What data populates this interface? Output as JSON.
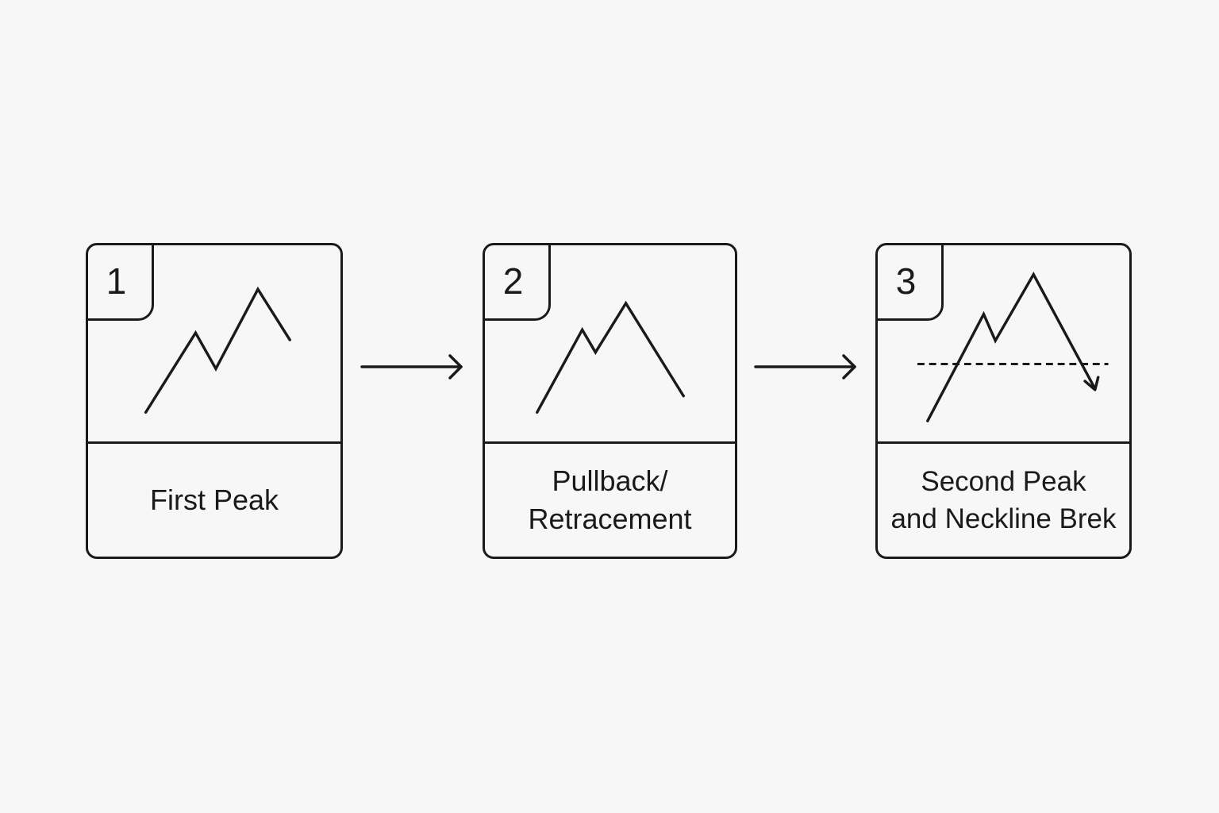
{
  "steps": [
    {
      "number": "1",
      "label": "First Peak"
    },
    {
      "number": "2",
      "label": "Pullback/\nRetracement"
    },
    {
      "number": "3",
      "label": "Second Peak\nand Neckline Brek"
    }
  ],
  "colors": {
    "background": "#f7f7f7",
    "stroke": "#1a1a1a"
  },
  "icons": {
    "arrow": "right-arrow-icon",
    "chart": "peak-line-chart-icon"
  }
}
